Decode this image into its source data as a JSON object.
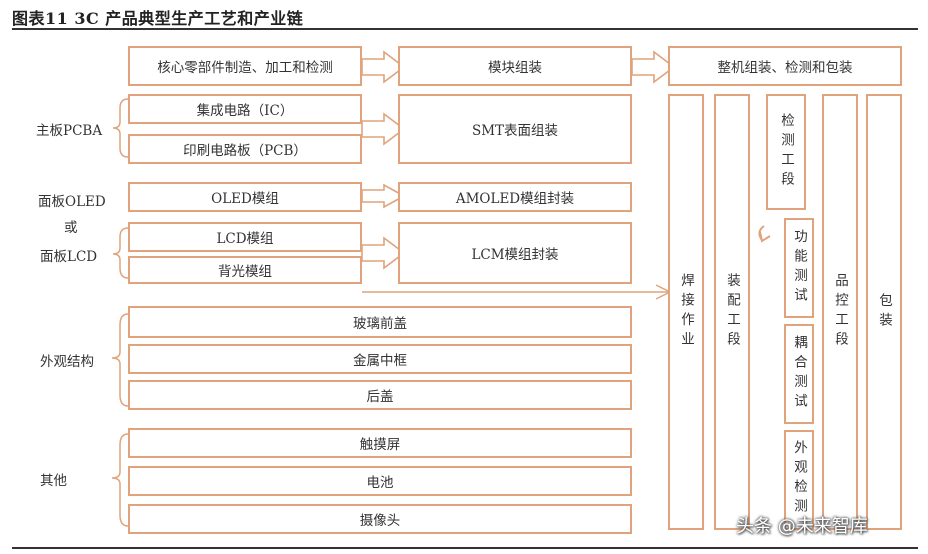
{
  "title": "图表11 3C 产品典型生产工艺和产业链",
  "left_labels": {
    "pcba": "主板PCBA",
    "oled": "面板OLED",
    "or": "或",
    "lcd": "面板LCD",
    "structure": "外观结构",
    "other": "其他"
  },
  "col1": {
    "core_parts": "核心零部件制造、加工和检测",
    "ic": "集成电路（IC）",
    "pcb": "印刷电路板（PCB）",
    "oled_module": "OLED模组",
    "lcd_module": "LCD模组",
    "backlight": "背光模组",
    "glass_cover": "玻璃前盖",
    "metal_frame": "金属中框",
    "back_cover": "后盖",
    "touch": "触摸屏",
    "battery": "电池",
    "camera": "摄像头"
  },
  "col2": {
    "module_assembly": "模块组装",
    "smt": "SMT表面组装",
    "amoled": "AMOLED模组封装",
    "lcm": "LCM模组封装"
  },
  "col3": {
    "final": "整机组装、检测和包装",
    "welding": "焊接作业",
    "assembly": "装配工段",
    "inspection": "检测工段",
    "function_test": "功能测试",
    "coupling_test": "耦合测试",
    "appearance_test": "外观检测",
    "qc": "品控工段",
    "packing": "包装"
  },
  "watermark": "头条 @未来智库",
  "colors": {
    "box_border": "#e0a37c",
    "arrow": "#e0a37c",
    "rule": "#333333"
  }
}
